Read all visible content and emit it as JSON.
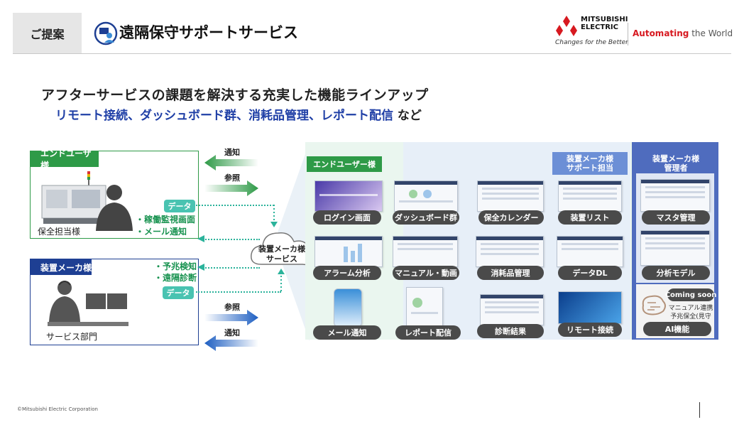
{
  "header": {
    "tag": "ご提案",
    "title": "遠隔保守サポートサービス",
    "brand_line1": "MITSUBISHI",
    "brand_line2": "ELECTRIC",
    "tagline": "Changes for the Better",
    "automating_red": "Automating",
    "automating_dark": " the World"
  },
  "headline": "アフターサービスの課題を解決する充実した機能ラインアップ",
  "subline": {
    "blue": "リモート接続、ダッシュボード群、消耗品管理、レポート配信",
    "black": " など"
  },
  "end_user_box": {
    "tag": "エンドユーザ様",
    "data_pill": "データ",
    "items": [
      "・稼働監視画面",
      "・メール通知"
    ],
    "caption": "保全担当様"
  },
  "maker_box": {
    "tag": "装置メーカ様",
    "items": [
      "・予兆検知",
      "・遠隔診断"
    ],
    "data_pill": "データ",
    "caption": "サービス部門"
  },
  "arrows": {
    "top_notify": "通知",
    "top_ref": "参照",
    "bottom_ref": "参照",
    "bottom_notify": "通知"
  },
  "cloud": {
    "line1": "装置メーカ様",
    "line2": "サービス"
  },
  "panel": {
    "col_end_user": "エンドユーザー様",
    "col_support_1": "装置メーカ様",
    "col_support_2": "サポート担当",
    "col_admin_1": "装置メーカ様",
    "col_admin_2": "管理者",
    "features": [
      "ログイン画面",
      "ダッシュボード群",
      "保全カレンダー",
      "装置リスト",
      "マスタ管理",
      "アラーム分析",
      "マニュアル・動画",
      "消耗品管理",
      "データDL",
      "分析モデル",
      "メール通知",
      "レポート配信",
      "診断結果",
      "リモート接続",
      "AI機能"
    ],
    "coming_soon": "Coming soon",
    "ai_note_1": "マニュアル連携",
    "ai_note_2": "予兆保全(見守り)"
  },
  "footer": "©Mitsubishi Electric Corporation",
  "colors": {
    "green": "#2e9a47",
    "navy": "#1e3f93",
    "teal": "#49c3b1",
    "red": "#d71920"
  }
}
